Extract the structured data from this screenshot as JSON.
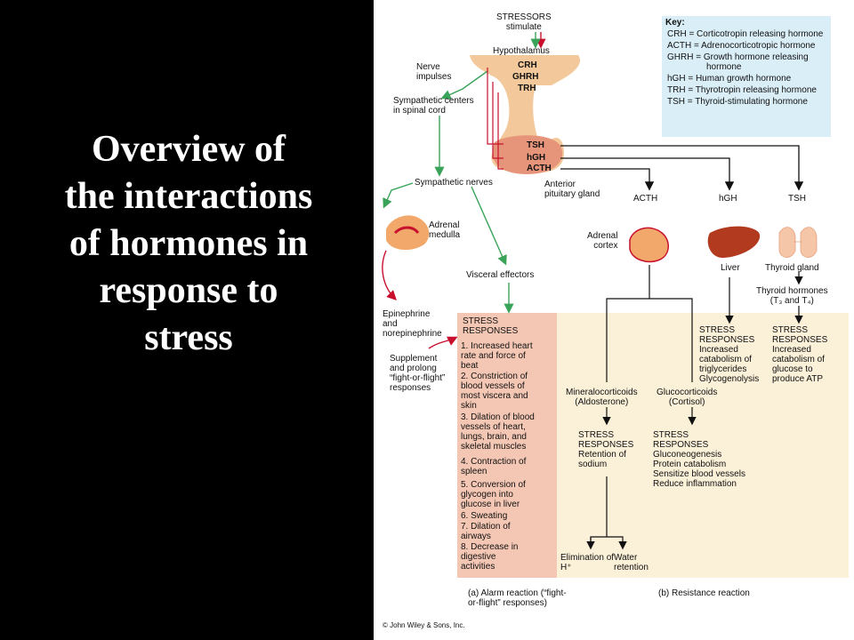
{
  "title": "Overview of\nthe interactions\nof hormones in\nresponse to\nstress",
  "colors": {
    "panel_bg": "#fbf0d8",
    "alarm_bg": "#f4c7b4",
    "key_bg": "#d9eef6",
    "green_arrow": "#3aa35a",
    "red_arrow": "#c8102e",
    "black_arrow": "#111111",
    "gland": "#f2a86a",
    "liver": "#b23a1f",
    "thyroid": "#f6c6a8"
  },
  "top": {
    "stressors": "STRESSORS\nstimulate",
    "hypothalamus": "Hypothalamus",
    "nerve_impulses": "Nerve\nimpulses",
    "sympathetic_centers": "Sympathetic centers\nin spinal cord",
    "sympathetic_nerves": "Sympathetic nerves",
    "releasing": [
      "CRH",
      "GHRH",
      "TRH"
    ],
    "pituitary_outputs": [
      "TSH",
      "hGH",
      "ACTH"
    ],
    "anterior_pituitary": "Anterior\npituitary gland"
  },
  "key": {
    "title": "Key:",
    "items": [
      "CRH = Corticotropin releasing hormone",
      "ACTH = Adrenocorticotropic hormone",
      "GHRH = Growth hormone releasing hormone",
      "hGH = Human growth hormone",
      "TRH = Thyrotropin releasing hormone",
      "TSH = Thyroid-stimulating hormone"
    ]
  },
  "left": {
    "adrenal_medulla": "Adrenal\nmedulla",
    "visceral_effectors": "Visceral effectors",
    "epinephrine": "Epinephrine\nand\nnorepinephrine",
    "supplement": "Supplement\nand prolong\n“fight-or-flight”\nresponses"
  },
  "alarm": {
    "header": "STRESS\nRESPONSES",
    "items": [
      "1. Increased heart\n    rate and force of\n    beat",
      "2. Constriction of\n    blood vessels of\n    most viscera and\n    skin",
      "3. Dilation of blood\n    vessels of heart,\n    lungs, brain, and\n    skeletal muscles",
      "4. Contraction of\n    spleen",
      "5. Conversion of\n    glycogen into\n    glucose in liver",
      "6. Sweating",
      "7. Dilation of\n    airways",
      "8. Decrease in\n    digestive\n    activities"
    ],
    "caption": "(a) Alarm reaction (“fight-\n      or-flight” responses)"
  },
  "resistance": {
    "acth": "ACTH",
    "hgh": "hGH",
    "tsh": "TSH",
    "adrenal_cortex": "Adrenal\ncortex",
    "liver": "Liver",
    "thyroid_gland": "Thyroid gland",
    "thyroid_hormones": "Thyroid hormones\n(T₃ and T₄)",
    "liver_responses": "STRESS\nRESPONSES\nIncreased\ncatabolism of\ntriglycerides\nGlycogenolysis",
    "thyroid_responses": "STRESS\nRESPONSES\nIncreased\ncatabolism of\nglucose to\nproduce ATP",
    "mineralocorticoids": "Mineralocorticoids\n(Aldosterone)",
    "glucocorticoids": "Glucocorticoids\n(Cortisol)",
    "mineral_responses": "STRESS\nRESPONSES\nRetention of\nsodium",
    "gluco_responses": "STRESS\nRESPONSES\nGluconeogenesis\nProtein catabolism\nSensitize blood vessels\nReduce inflammation",
    "elimination": "Elimination of\nH⁺",
    "water": "Water\nretention",
    "caption": "(b) Resistance reaction"
  },
  "copyright": "© John Wiley & Sons, Inc."
}
